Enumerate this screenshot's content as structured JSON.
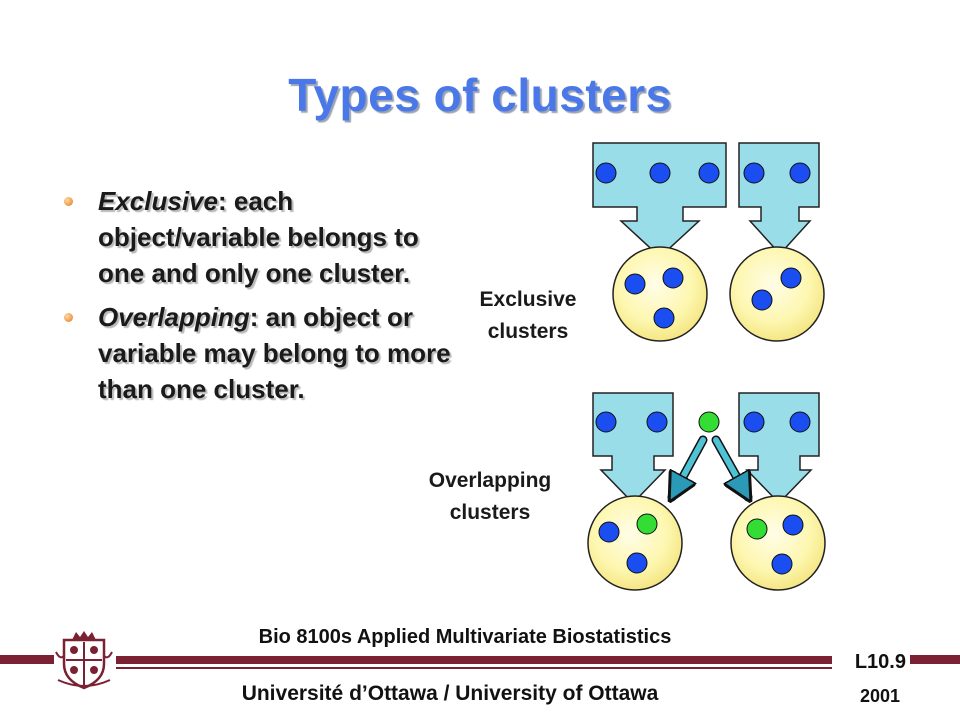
{
  "slide": {
    "title": "Types of clusters",
    "bullets": [
      {
        "term": "Exclusive",
        "text": ": each object/variable belongs to one and only one cluster."
      },
      {
        "term": "Overlapping",
        "text": ": an object or variable may belong to more than one cluster."
      }
    ],
    "diagram": {
      "exclusive_label_line1": "Exclusive",
      "exclusive_label_line2": "clusters",
      "overlapping_label_line1": "Overlapping",
      "overlapping_label_line2": "clusters"
    }
  },
  "footer": {
    "course": "Bio 8100s Applied Multivariate Biostatistics",
    "university": "Université d’Ottawa / University of Ottawa",
    "code": "L10.9",
    "year": "2001"
  },
  "colors": {
    "title": "#4a78e8",
    "box_fill": "#99dde8",
    "circle_fill": "#fdf9b8",
    "dot_blue": "#1a4ef0",
    "dot_green": "#33dd33",
    "rule": "#7a2233"
  }
}
